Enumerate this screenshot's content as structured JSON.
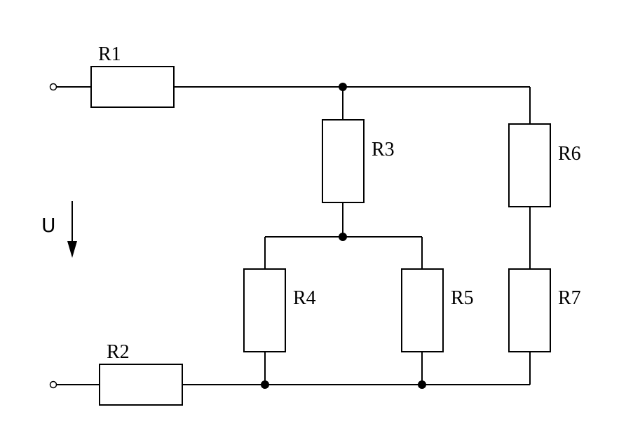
{
  "resistors": {
    "r1": "R1",
    "r2": "R2",
    "r3": "R3",
    "r4": "R4",
    "r5": "R5",
    "r6": "R6",
    "r7": "R7"
  },
  "voltage": {
    "label": "U",
    "direction": "down"
  },
  "colors": {
    "line": "#000000",
    "background": "#ffffff"
  }
}
